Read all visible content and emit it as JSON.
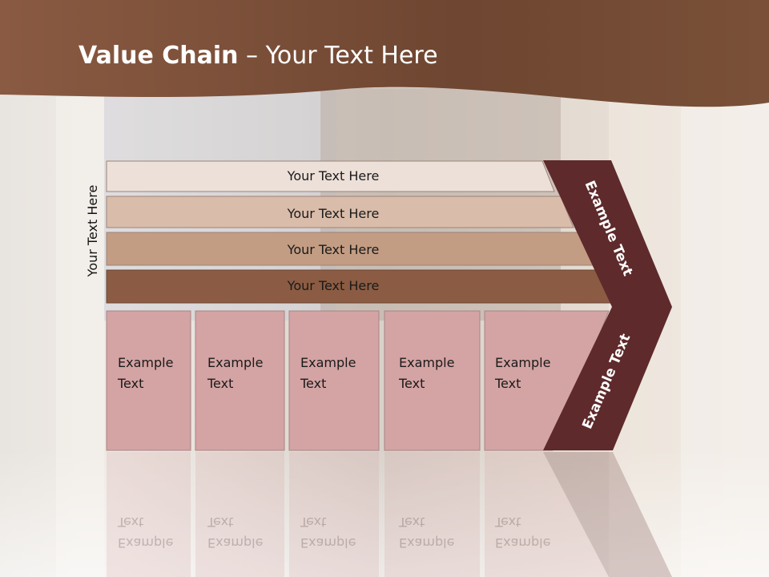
{
  "slide": {
    "title_bold": "Value Chain",
    "title_rest": " – Your Text Here",
    "side_label": "Your Text Here"
  },
  "bars": [
    {
      "label": "Your Text Here",
      "color": "#ede0d9"
    },
    {
      "label": "Your Text Here",
      "color": "#d9bcaa"
    },
    {
      "label": "Your Text Here",
      "color": "#c39d83"
    },
    {
      "label": "Your Text Here",
      "color": "#8b5c43"
    }
  ],
  "boxes": [
    {
      "line1": "Example",
      "line2": "Text"
    },
    {
      "line1": "Example",
      "line2": "Text"
    },
    {
      "line1": "Example",
      "line2": "Text"
    },
    {
      "line1": "Example",
      "line2": "Text"
    },
    {
      "line1": "Example",
      "line2": "Text"
    }
  ],
  "arrow_top_label": "Example Text",
  "arrow_bottom_label": "Example Text",
  "colors": {
    "header_brown": "#7a4e37",
    "arrow_dark": "#5e2a2b",
    "box_pink": "#d4a3a3"
  }
}
